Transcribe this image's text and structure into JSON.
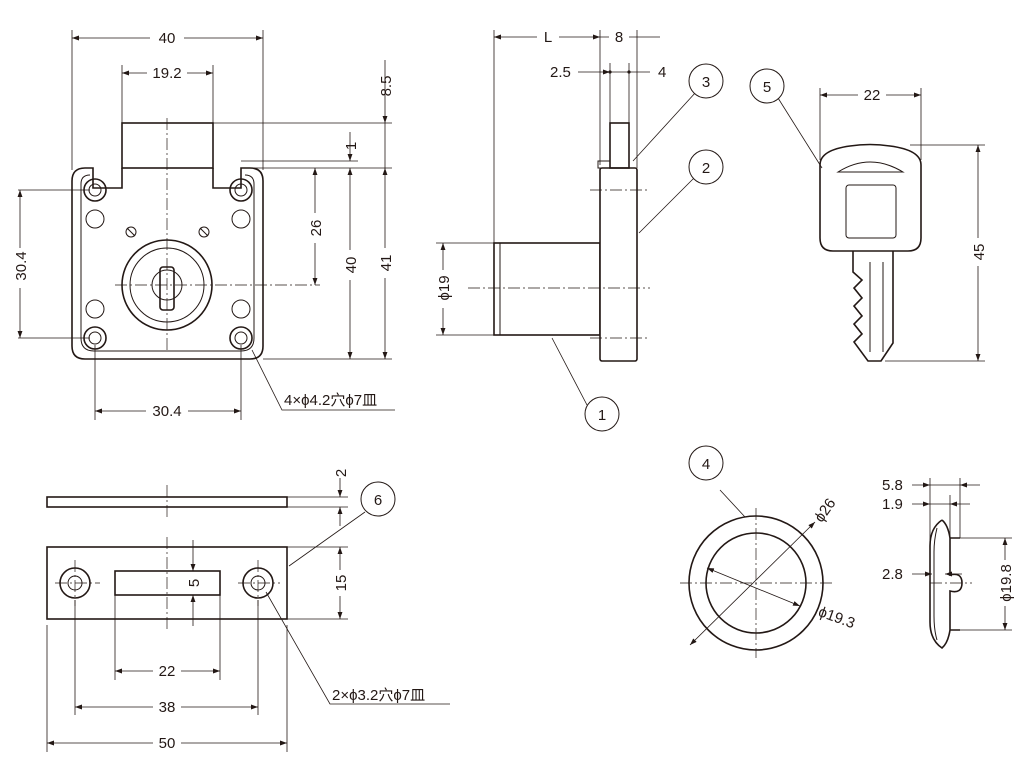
{
  "front_view": {
    "width": "40",
    "upper": "19.2",
    "top_step": "8.5",
    "step": "1",
    "center": "26",
    "side_height": "40",
    "height": "41",
    "hole_pitch_v": "30.4",
    "hole_pitch_h": "30.4",
    "hole_note": "4×ϕ4.2穴ϕ7皿"
  },
  "side_view": {
    "length": "L",
    "flange": "8",
    "dim_a": "2.5",
    "dim_b": "4",
    "cylinder_dia": "ϕ19"
  },
  "key": {
    "width": "22",
    "length": "45"
  },
  "strike_plate": {
    "thickness": "2",
    "height": "15",
    "slot_height": "5",
    "slot_width": "22",
    "hole_pitch": "38",
    "width": "50",
    "hole_note": "2×ϕ3.2穴ϕ7皿"
  },
  "escutcheon": {
    "outer_dia": "ϕ26",
    "inner_dia": "ϕ19.3",
    "depth": "5.8",
    "lip": "1.9",
    "offset": "2.8",
    "shank_dia": "ϕ19.8"
  },
  "callouts": [
    "1",
    "2",
    "3",
    "4",
    "5",
    "6"
  ]
}
